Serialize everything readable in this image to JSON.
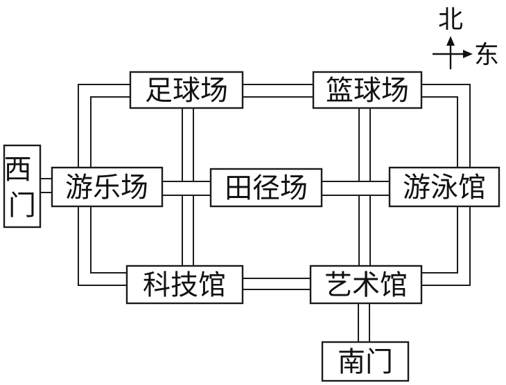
{
  "places": {
    "football_field": "足球场",
    "basketball_court": "篮球场",
    "west_gate": "西门",
    "amusement_park": "游乐场",
    "track_field": "田径场",
    "swimming_hall": "游泳馆",
    "science_museum": "科技馆",
    "art_museum": "艺术馆",
    "south_gate": "南门"
  },
  "compass": {
    "north": "北",
    "east": "东"
  },
  "colors": {
    "line": "#1a1a1a",
    "background": "#ffffff"
  }
}
